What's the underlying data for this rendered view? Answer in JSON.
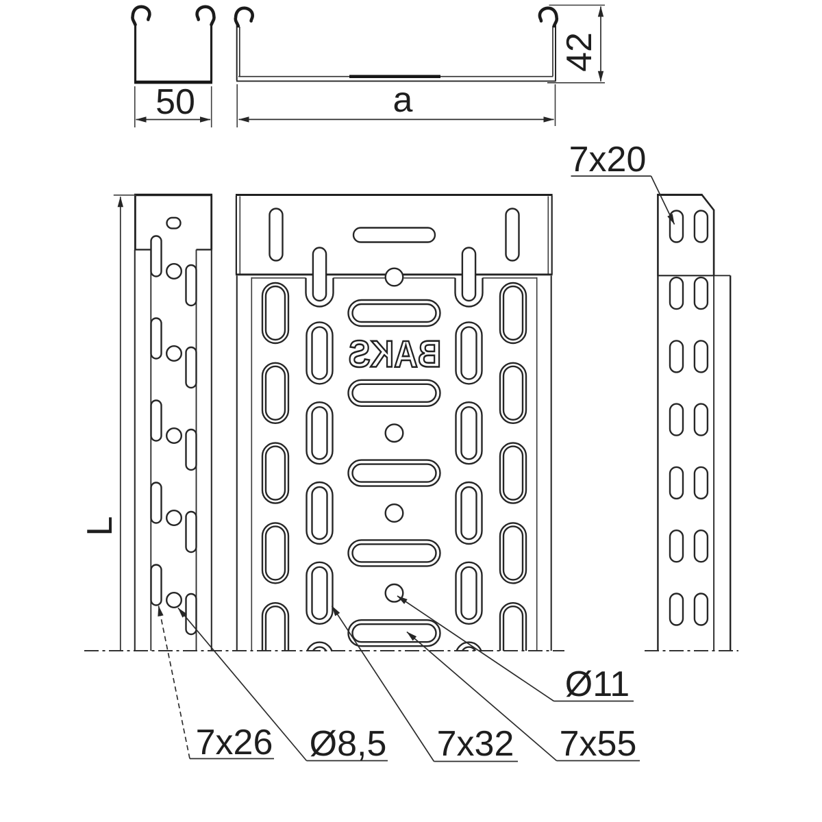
{
  "diagram": {
    "type": "technical-drawing",
    "subject": "perforated cable tray with mounting hooks",
    "brand_logo": "BAKS",
    "dimensions": {
      "profile_width": "50",
      "tray_width": "a",
      "tray_height": "42",
      "tray_length": "L"
    },
    "callouts": {
      "tab_slot": "7x20",
      "side_wall_slot": "7x26",
      "side_wall_hole": "Ø8,5",
      "bottom_slot": "7x32",
      "bottom_long_slot": "7x55",
      "bottom_hole": "Ø11"
    }
  }
}
